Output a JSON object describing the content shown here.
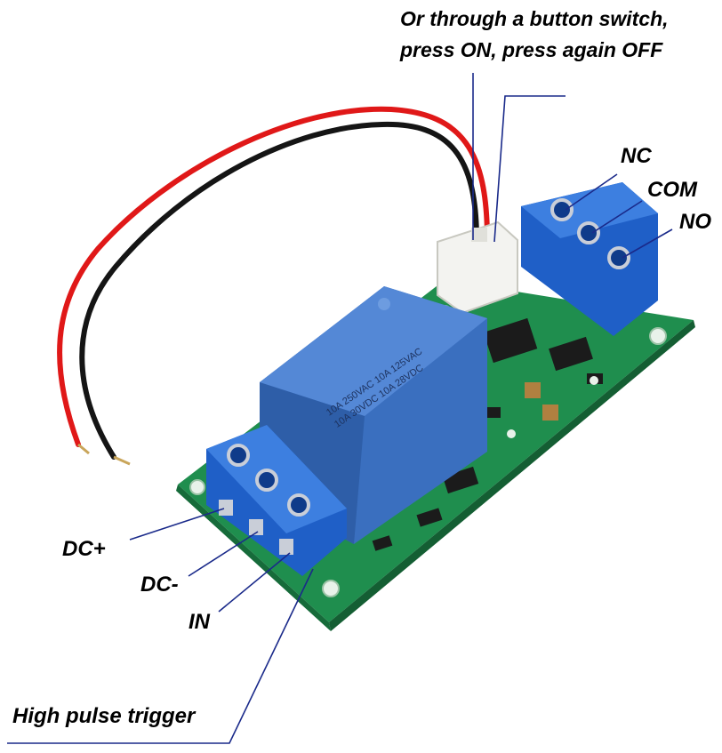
{
  "top_note": {
    "line1": "Or through a button switch,",
    "line2": "press ON, press again OFF"
  },
  "labels": {
    "nc": "NC",
    "com": "COM",
    "no": "NO",
    "dc_plus": "DC+",
    "dc_minus": "DC-",
    "in": "IN",
    "trigger": "High pulse trigger"
  },
  "relay": {
    "line1": "10A 250VAC 10A 125VAC",
    "line2": "10A 30VDC 10A 28VDC"
  },
  "colors": {
    "pcb": "#1f8e4e",
    "terminal": "#1f5fc7",
    "relay": "#3a6fbf",
    "wire_red": "#e01818",
    "wire_black": "#151515",
    "callout": "#1a2a8a"
  }
}
